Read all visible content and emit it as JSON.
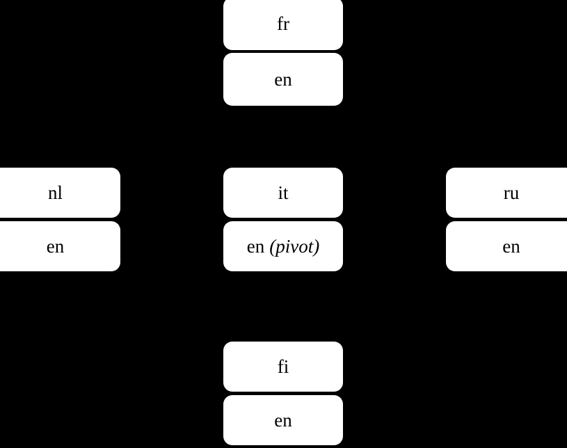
{
  "diagram": {
    "type": "pivot-language-node-diagram",
    "background_color": "#000000",
    "node_fill_color": "#ffffff",
    "node_text_color": "#000000",
    "layout": "cross",
    "nodes": [
      {
        "id": "fr",
        "position": "top",
        "source_language": "fr",
        "target_language": "en",
        "annotation": ""
      },
      {
        "id": "nl",
        "position": "left",
        "source_language": "nl",
        "target_language": "en",
        "annotation": ""
      },
      {
        "id": "it",
        "position": "center",
        "source_language": "it",
        "target_language": "en",
        "annotation": "(pivot)"
      },
      {
        "id": "ru",
        "position": "right",
        "source_language": "ru",
        "target_language": "en",
        "annotation": ""
      },
      {
        "id": "fi",
        "position": "bottom",
        "source_language": "fi",
        "target_language": "en",
        "annotation": ""
      }
    ]
  }
}
